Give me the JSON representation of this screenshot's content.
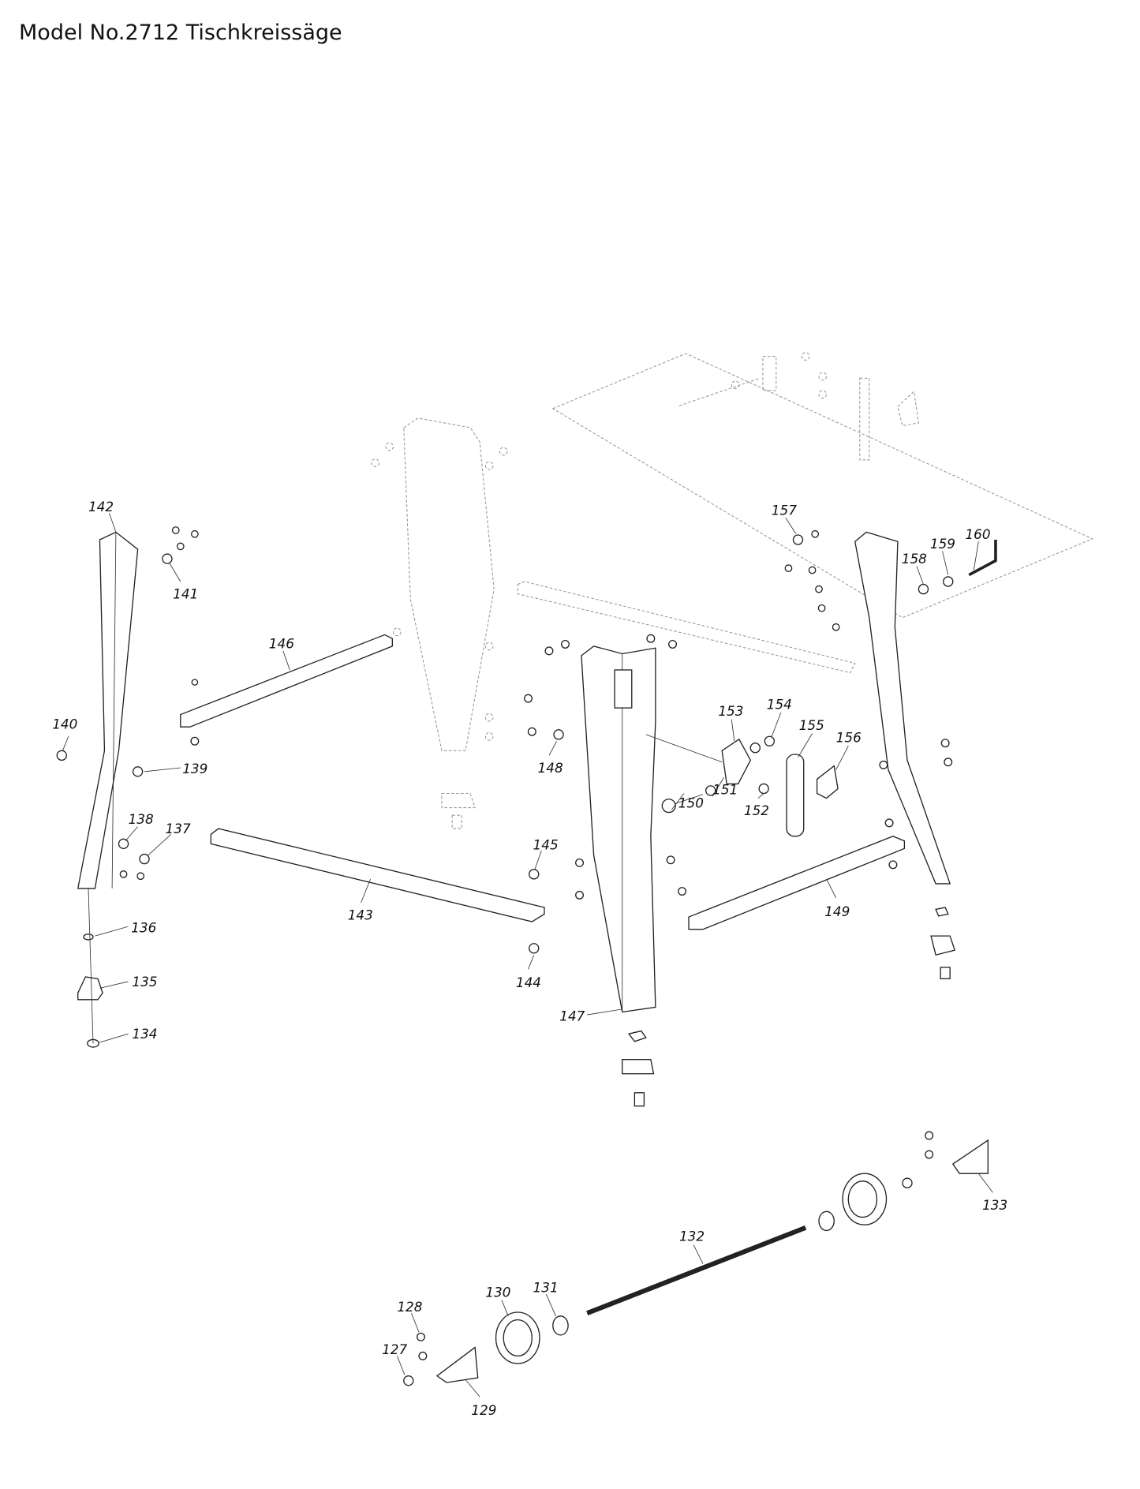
{
  "title": "Model No.2712 Tischkreissäge",
  "parts": {
    "p127": "127",
    "p128": "128",
    "p129": "129",
    "p130": "130",
    "p131": "131",
    "p132": "132",
    "p133": "133",
    "p134": "134",
    "p135": "135",
    "p136": "136",
    "p137": "137",
    "p138": "138",
    "p139": "139",
    "p140": "140",
    "p141": "141",
    "p142": "142",
    "p143": "143",
    "p144": "144",
    "p145": "145",
    "p146": "146",
    "p147": "147",
    "p148": "148",
    "p149": "149",
    "p150": "150",
    "p151": "151",
    "p152": "152",
    "p153": "153",
    "p154": "154",
    "p155": "155",
    "p156": "156",
    "p157": "157",
    "p158": "158",
    "p159": "159",
    "p160": "160"
  }
}
